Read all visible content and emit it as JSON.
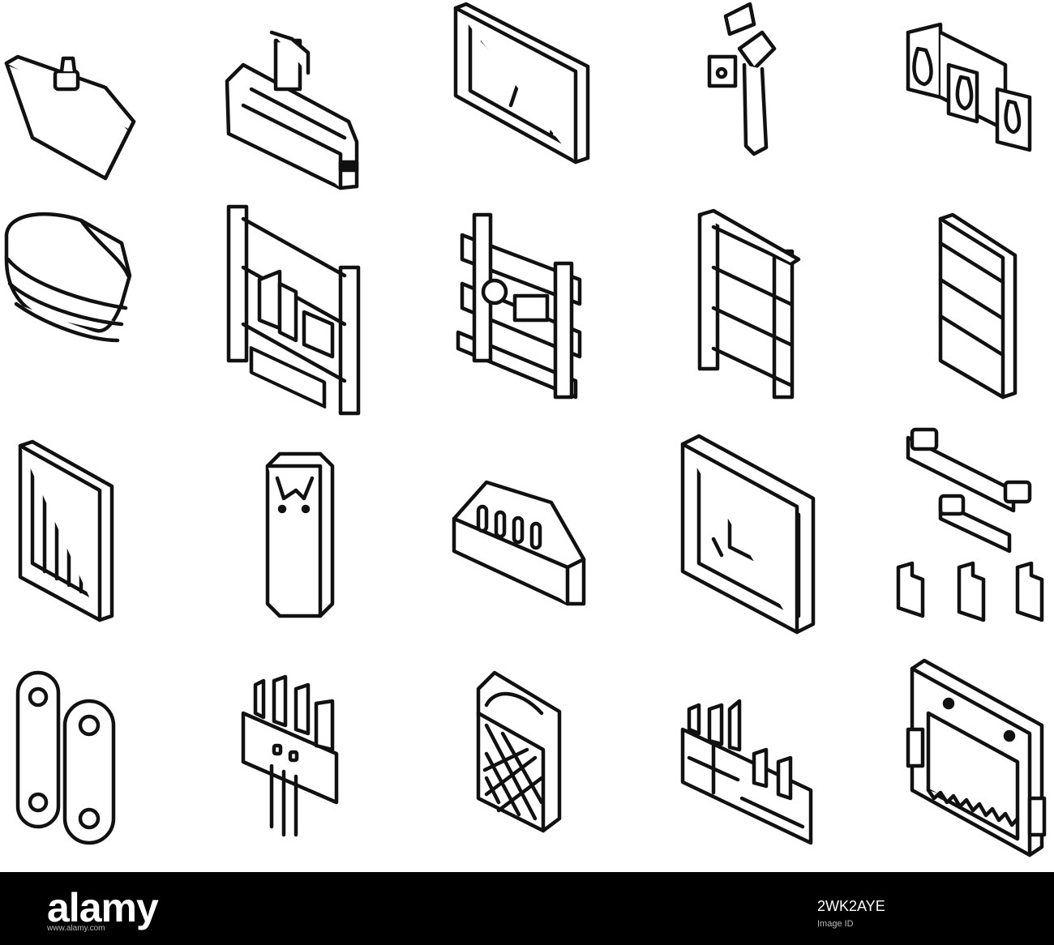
{
  "footer": {
    "brand": "alamy",
    "brand_sub": "www.alamy.com",
    "image_id": "2WK2AYE",
    "image_id_sub": "Image ID"
  },
  "colors": {
    "stroke": "#111111",
    "footer_bg": "#000000",
    "footer_text": "#ffffff"
  },
  "icons": [
    "bathtub-icon",
    "wall-radiator-icon",
    "window-frame-icon",
    "wrench-tool-icon",
    "lamp-boxes-icon",
    "stacked-cushions-icon",
    "bookshelf-icon",
    "drying-rack-icon",
    "ladder-shelf-icon",
    "panel-door-icon",
    "grille-frame-icon",
    "tall-cabinet-icon",
    "slotted-block-icon",
    "square-tile-icon",
    "clips-icon",
    "chain-links-icon",
    "tool-holder-icon",
    "mesh-basket-icon",
    "tool-box-icon",
    "calendar-board-icon"
  ]
}
